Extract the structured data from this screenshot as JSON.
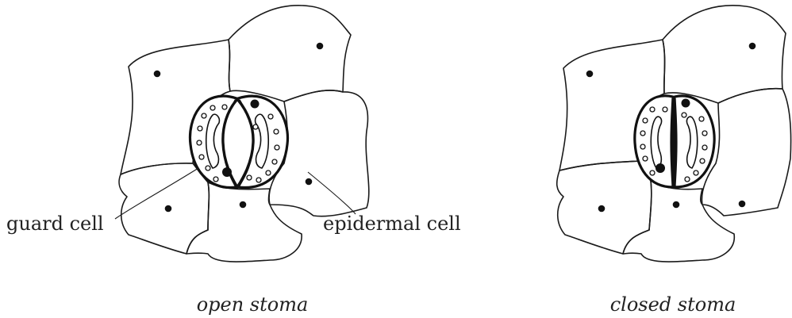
{
  "labels": {
    "guard_cell": "guard cell",
    "epidermal_cell": "epidermal cell"
  },
  "captions": {
    "open": "open stoma",
    "closed": "closed stoma"
  }
}
